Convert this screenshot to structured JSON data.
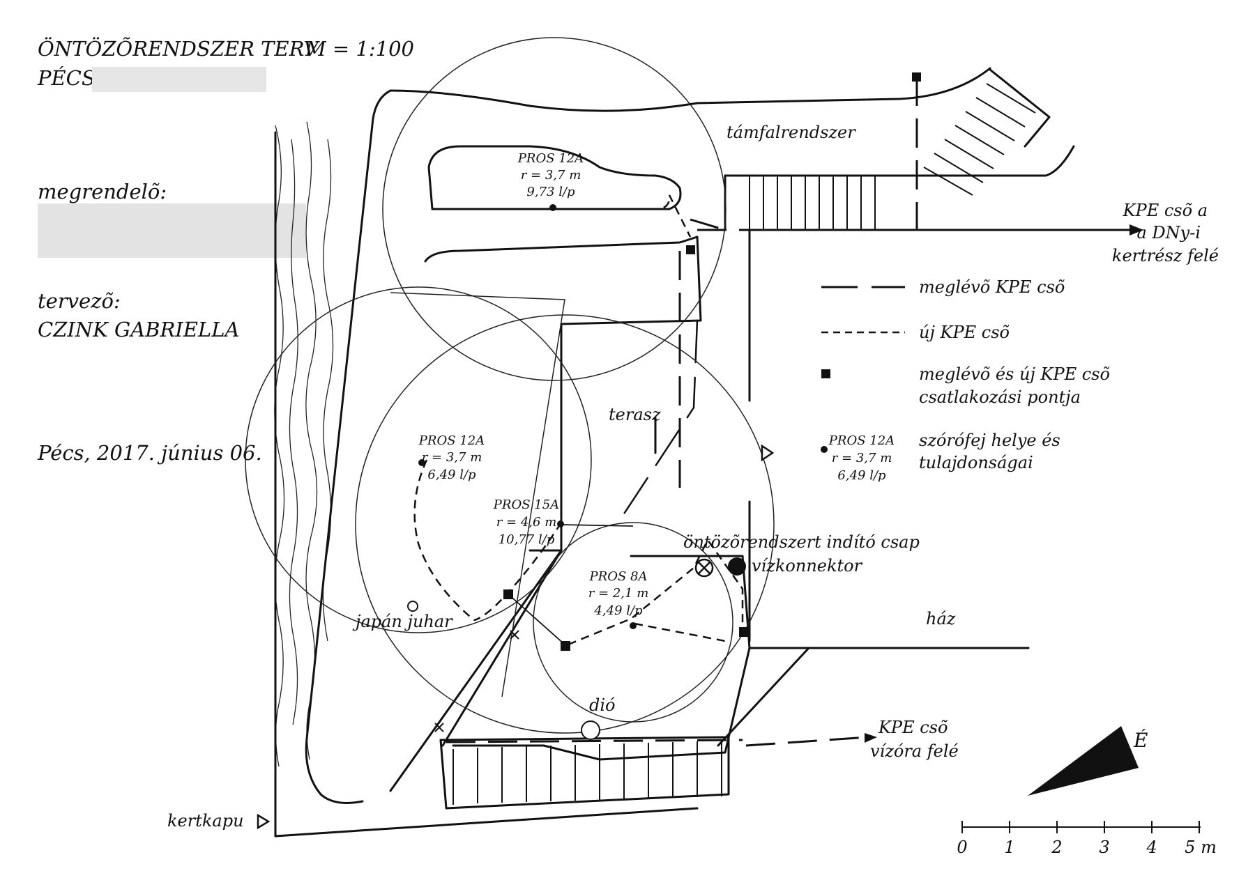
{
  "title": {
    "line1": "ÖNTÖZÕRENDSZER TERV",
    "scale": "M = 1:100",
    "city": "PÉCS,"
  },
  "client": {
    "label": "megrendelõ:"
  },
  "designer": {
    "label": "tervezõ:",
    "name": "CZINK GABRIELLA"
  },
  "date": "Pécs, 2017. június 06.",
  "areas": {
    "retaining_wall": "támfalrendszer",
    "terrace": "terasz",
    "house": "ház",
    "garden_gate": "kertkapu",
    "japanese_maple": "japán juhar",
    "walnut": "dió"
  },
  "sprinklers": [
    {
      "model": "PROS 12A",
      "radius": "r = 3,7 m",
      "flow": "9,73 l/p"
    },
    {
      "model": "PROS 12A",
      "radius": "r = 3,7 m",
      "flow": "6,49 l/p"
    },
    {
      "model": "PROS 15A",
      "radius": "r = 4,6 m",
      "flow": "10,77 l/p"
    },
    {
      "model": "PROS 8A",
      "radius": "r = 2,1 m",
      "flow": "4,49 l/p"
    }
  ],
  "annotations": {
    "valve": "öntözõrendszert indító csap",
    "connector": "vízkonnektor",
    "pipe_sw_1": "KPE csõ a",
    "pipe_sw_2": "a DNy-i",
    "pipe_sw_3": "kertrész felé",
    "pipe_meter_1": "KPE csõ",
    "pipe_meter_2": "vízóra felé"
  },
  "legend": {
    "existing_pipe": "meglévõ KPE csõ",
    "new_pipe": "új KPE csõ",
    "junction_1": "meglévõ és új KPE csõ",
    "junction_2": "csatlakozási pontja",
    "head_model": "PROS 12A",
    "head_radius": "r = 3,7 m",
    "head_flow": "6,49 l/p",
    "head_desc_1": "szórófej helye és",
    "head_desc_2": "tulajdonságai"
  },
  "north_label": "É",
  "scale_bar": {
    "ticks": [
      "0",
      "1",
      "2",
      "3",
      "4",
      "5 m"
    ]
  }
}
